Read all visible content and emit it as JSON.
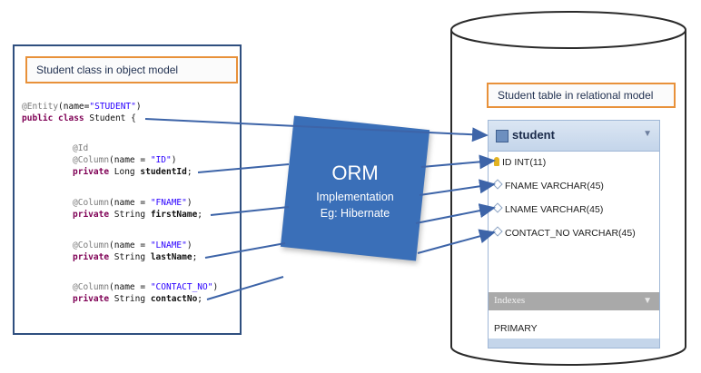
{
  "object_model": {
    "title": "Student class in object model",
    "code": {
      "entity_ann": "@Entity",
      "entity_open": "(name=",
      "entity_name": "\"STUDENT\"",
      "entity_close": ")",
      "class_kw": "public class",
      "class_name": " Student {",
      "fields": [
        {
          "id_ann": "@Id",
          "col_ann": "@Column",
          "col_open": "(name = ",
          "col_name": "\"ID\"",
          "col_close": ")",
          "decl_kw": "private",
          "decl_type": " Long ",
          "decl_name": "studentId",
          "decl_end": ";"
        },
        {
          "col_ann": "@Column",
          "col_open": "(name = ",
          "col_name": "\"FNAME\"",
          "col_close": ")",
          "decl_kw": "private",
          "decl_type": " String ",
          "decl_name": "firstName",
          "decl_end": ";"
        },
        {
          "col_ann": "@Column",
          "col_open": "(name = ",
          "col_name": "\"LNAME\"",
          "col_close": ")",
          "decl_kw": "private",
          "decl_type": " String ",
          "decl_name": "lastName",
          "decl_end": ";"
        },
        {
          "col_ann": "@Column",
          "col_open": "(name = ",
          "col_name": "\"CONTACT_NO\"",
          "col_close": ")",
          "decl_kw": "private",
          "decl_type": " String ",
          "decl_name": "contactNo",
          "decl_end": ";"
        }
      ]
    }
  },
  "orm": {
    "title": "ORM",
    "line1": "Implementation",
    "line2": "Eg: Hibernate",
    "color": "#3a6fb8"
  },
  "relational_model": {
    "title": "Student table in relational model",
    "table_name": "student",
    "columns": [
      {
        "text": "ID INT(11)",
        "icon": "key-icon"
      },
      {
        "text": "FNAME VARCHAR(45)",
        "icon": "diamond-icon"
      },
      {
        "text": "LNAME VARCHAR(45)",
        "icon": "diamond-icon"
      },
      {
        "text": "CONTACT_NO VARCHAR(45)",
        "icon": "diamond-icon"
      }
    ],
    "indexes_label": "Indexes",
    "index_value": "PRIMARY"
  },
  "colors": {
    "accent_border": "#e8913a",
    "arrow": "#3d64a8",
    "panel_border": "#2f4f7f"
  }
}
